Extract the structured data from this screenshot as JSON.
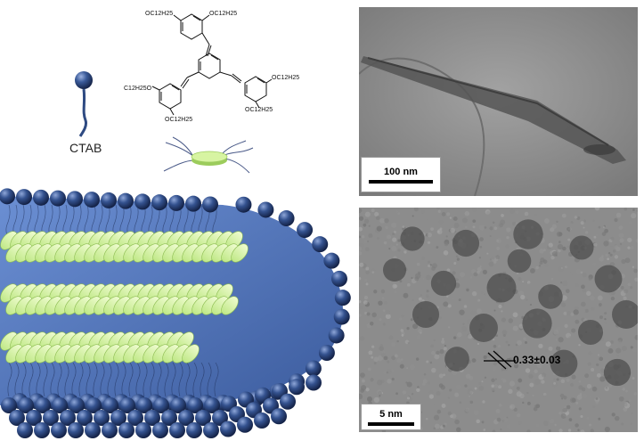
{
  "ctab_label": "CTAB",
  "molecule": {
    "substituent_top_left": "OC12H25",
    "substituent_top_right": "OC12H25",
    "substituent_mid_left": "C12H25O",
    "substituent_mid_right": "OC12H25",
    "substituent_bottom_left": "OC12H25",
    "substituent_bottom_right": "OC12H25"
  },
  "tem_top": {
    "scale_label": "100 nm"
  },
  "tem_bottom": {
    "scale_label": "5 nm",
    "measurement_label": "0.33±0.03"
  },
  "colors": {
    "sphere": "#2e4a82",
    "sphere_highlight": "#7d96c8",
    "lumen": "#5b7fc4",
    "disk": "#d7f4a2",
    "disk_edge": "#9ccc5c",
    "tem_bg": "#8e8e8e"
  }
}
